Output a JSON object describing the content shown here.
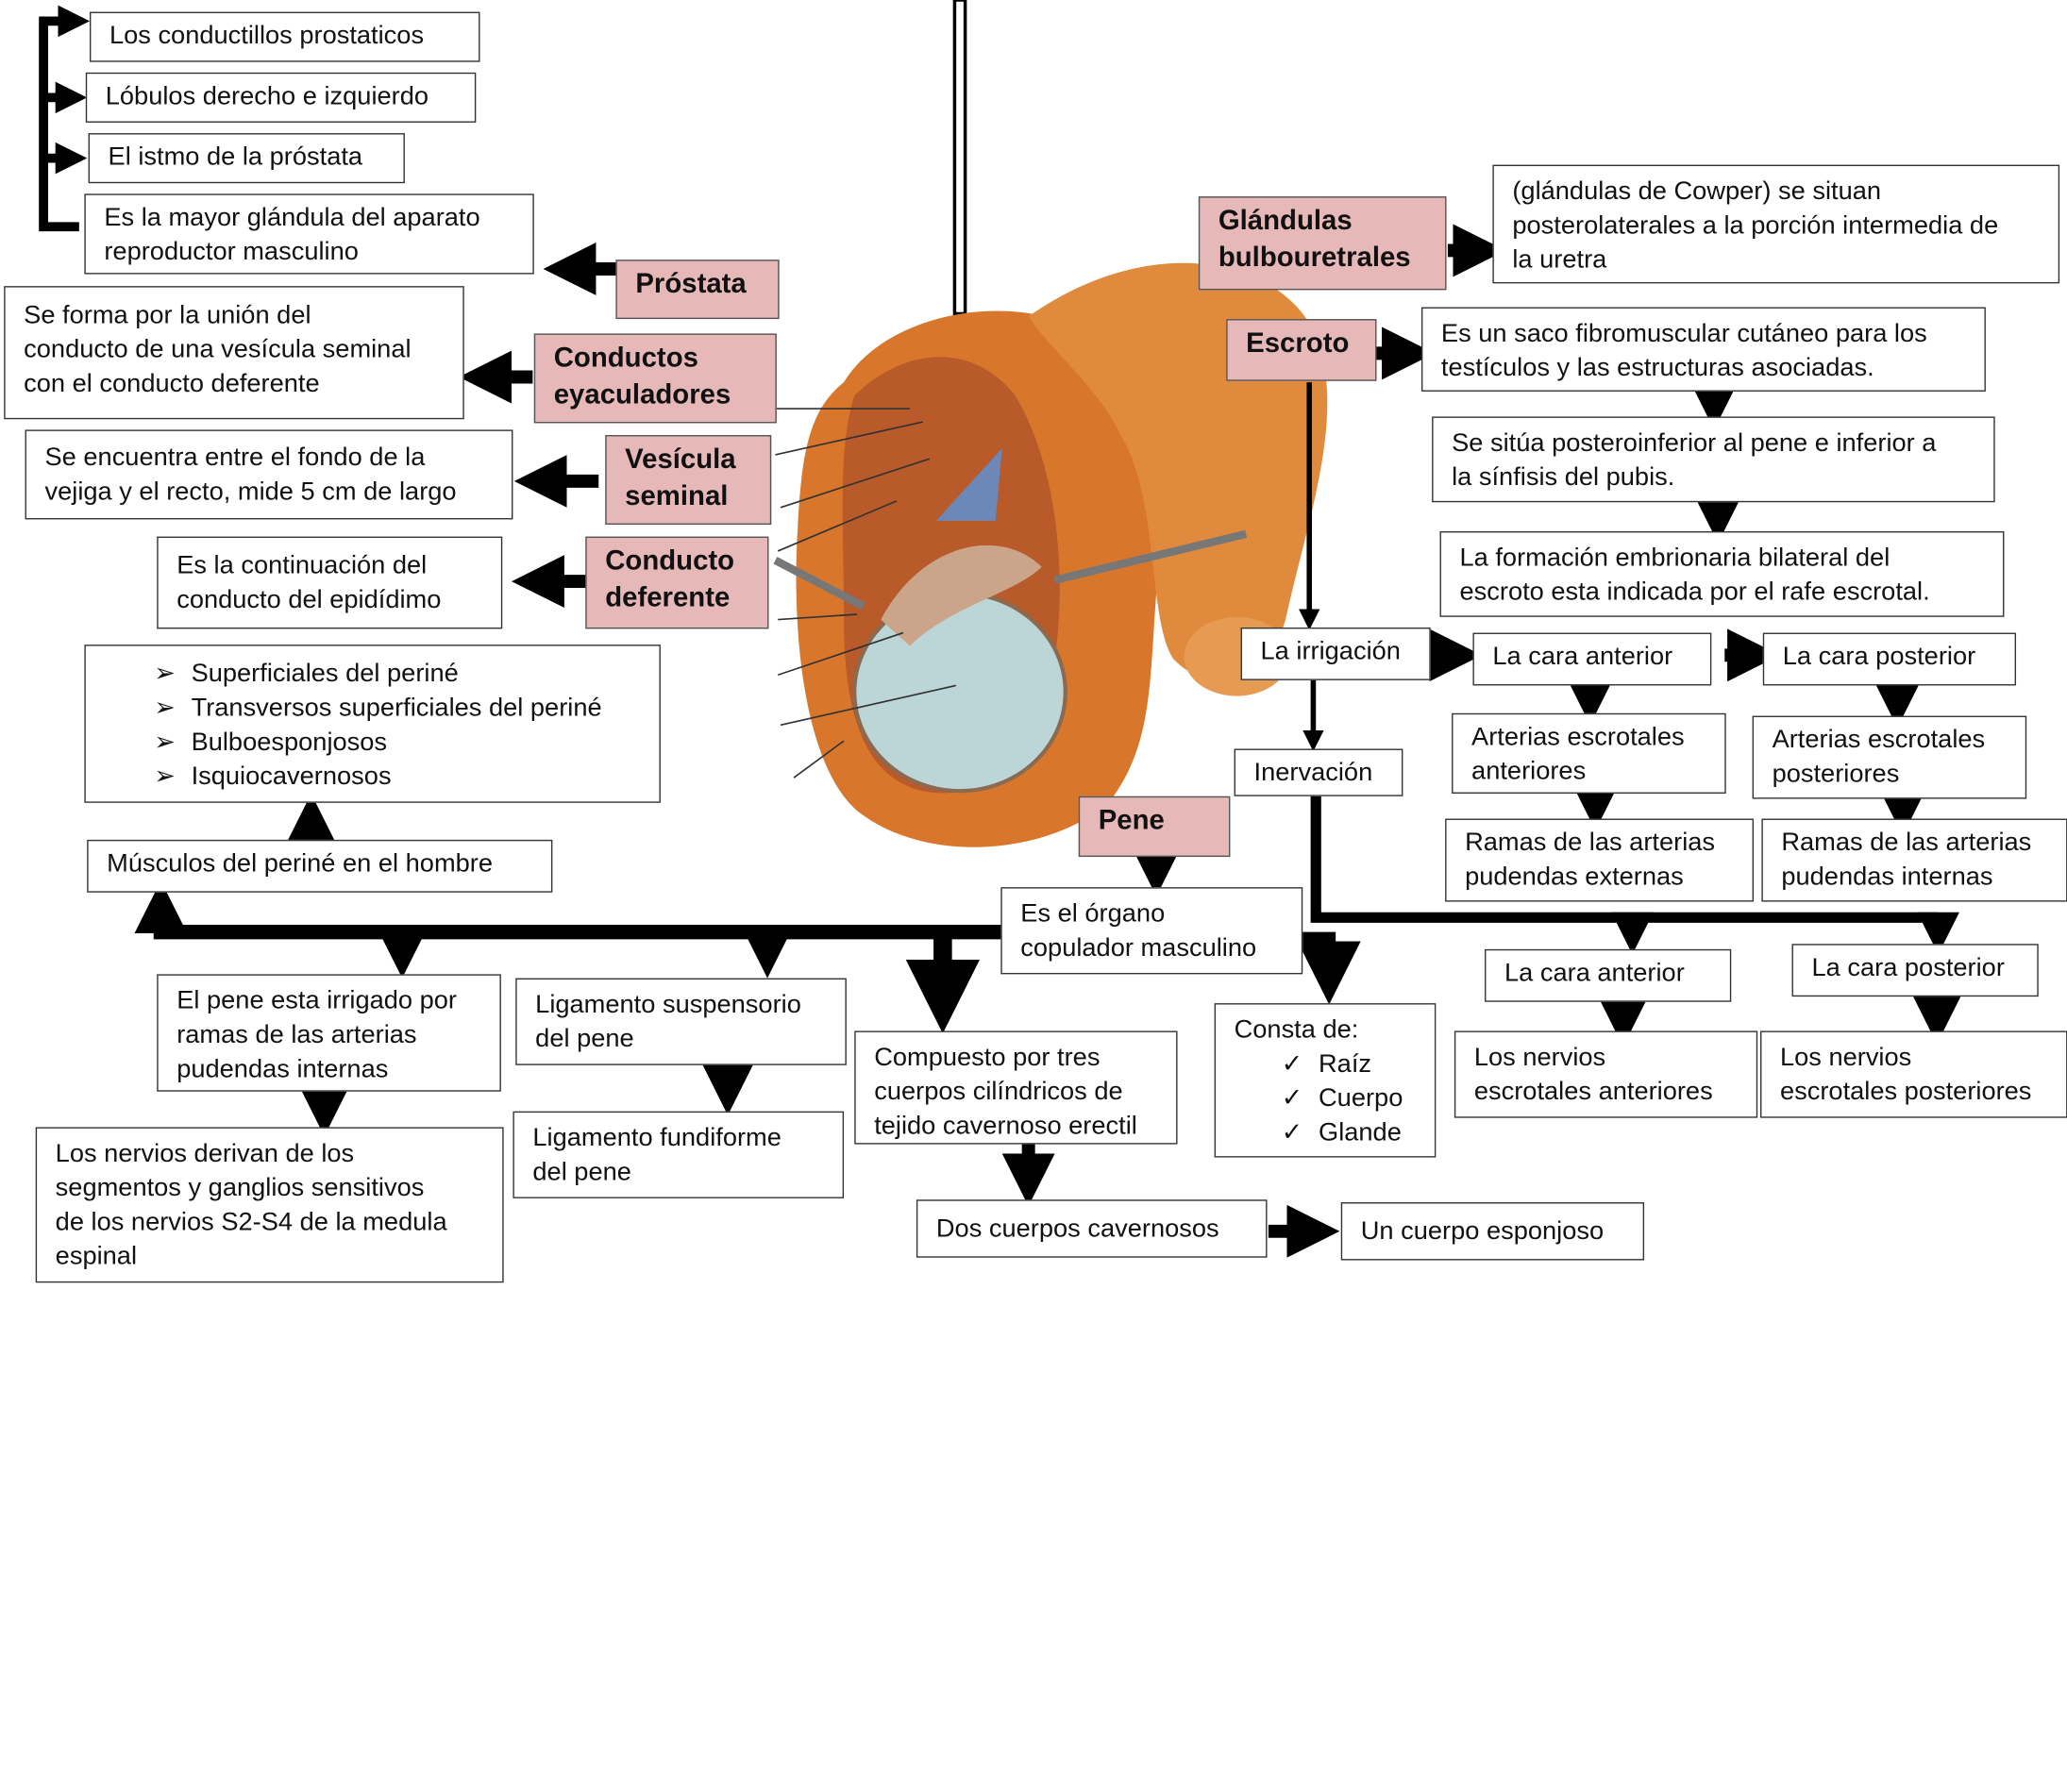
{
  "prostata": {
    "header": "Próstata",
    "items": [
      "Los conductillos prostaticos",
      "Lóbulos derecho e izquierdo",
      "El istmo de la próstata",
      "Es la mayor glándula del aparato\nreproductor masculino"
    ]
  },
  "conductos_eyaculadores": {
    "header": "Conductos\neyaculadores",
    "desc": "Se forma por la unión del\nconducto de una vesícula seminal\ncon el conducto deferente"
  },
  "vesicula_seminal": {
    "header": "Vesícula\nseminal",
    "desc": "Se encuentra entre el fondo de la\nvejiga y el recto, mide 5 cm de largo"
  },
  "conducto_deferente": {
    "header": "Conducto\ndeferente",
    "desc": "Es la continuación del\nconducto del epidídimo"
  },
  "musculos": {
    "title": "Músculos del periné en el hombre",
    "bullet_glyph": "➢",
    "items": [
      "Superficiales del periné",
      "Transversos superficiales del periné",
      "Bulboesponjosos",
      "Isquiocavernosos"
    ]
  },
  "glandulas": {
    "header": "Glándulas\nbulbouretrales",
    "desc": "(glándulas de Cowper) se situan\nposterolaterales a la porción intermedia de\nla uretra"
  },
  "escroto": {
    "header": "Escroto",
    "desc1": "Es un saco fibromuscular cutáneo para los\ntestículos y las estructuras asociadas.",
    "desc2": "Se sitúa posteroinferior al pene e inferior a\nla sínfisis del pubis.",
    "desc3": "La formación embrionaria bilateral del\nescroto esta indicada por el rafe escrotal.",
    "irrigacion": "La irrigación",
    "inervacion": "Inervación",
    "irr_anterior": "La cara anterior",
    "irr_posterior": "La cara posterior",
    "art_anteriores": "Arterias escrotales\nanteriores",
    "art_posteriores": "Arterias escrotales\nposteriores",
    "ramas_externas": "Ramas de las arterias\npudendas externas",
    "ramas_internas": "Ramas de las arterias\npudendas internas",
    "inerv_anterior": "La cara anterior",
    "inerv_posterior": "La cara posterior",
    "nervios_anteriores": "Los nervios\nescrotales anteriores",
    "nervios_posteriores": "Los nervios\nescrotales posteriores"
  },
  "pene": {
    "header": "Pene",
    "desc": "Es el órgano\ncopulador masculino",
    "irrigado": "El pene esta irrigado por\nramas de las arterias\npudendas internas",
    "nervios": "Los nervios derivan de los\nsegmentos y ganglios sensitivos\nde los nervios S2-S4 de la medula\nespinal",
    "lig_suspensorio": "Ligamento suspensorio\ndel pene",
    "lig_fundiforme": "Ligamento fundiforme\ndel pene",
    "compuesto": "Compuesto por tres\ncuerpos cilíndricos de\ntejido cavernoso erectil",
    "cavernosos": "Dos cuerpos cavernosos",
    "esponjoso": "Un cuerpo esponjoso",
    "consta_title": "Consta de:",
    "check_glyph": "✓",
    "consta_items": [
      "Raíz",
      "Cuerpo",
      "Glande"
    ]
  },
  "colors": {
    "header_fill": "#e6b8b7",
    "line": "#000000",
    "skin": "#d8772c",
    "testis": "#bcd6d8"
  }
}
